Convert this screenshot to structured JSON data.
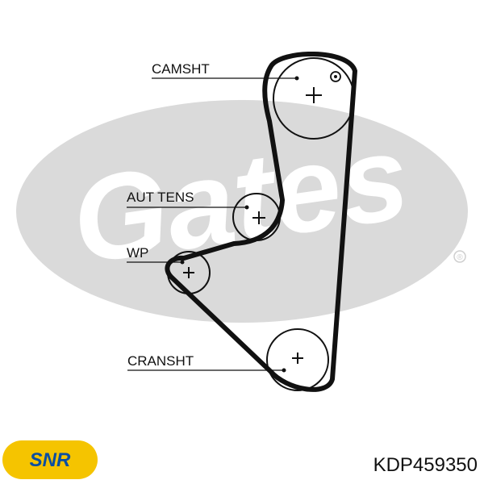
{
  "diagram": {
    "labels": {
      "camshaft": "CAMSHT",
      "tensioner": "AUT TENS",
      "water_pump": "WP",
      "crankshaft": "CRANSHT"
    }
  },
  "brand": {
    "logo_text": "SNR",
    "logo_color": "#F5C400",
    "logo_text_color": "#0B4EA2"
  },
  "watermark": {
    "text": "Gates",
    "registered": "®",
    "color": "#DADADA"
  },
  "part_number": "KDP459350"
}
